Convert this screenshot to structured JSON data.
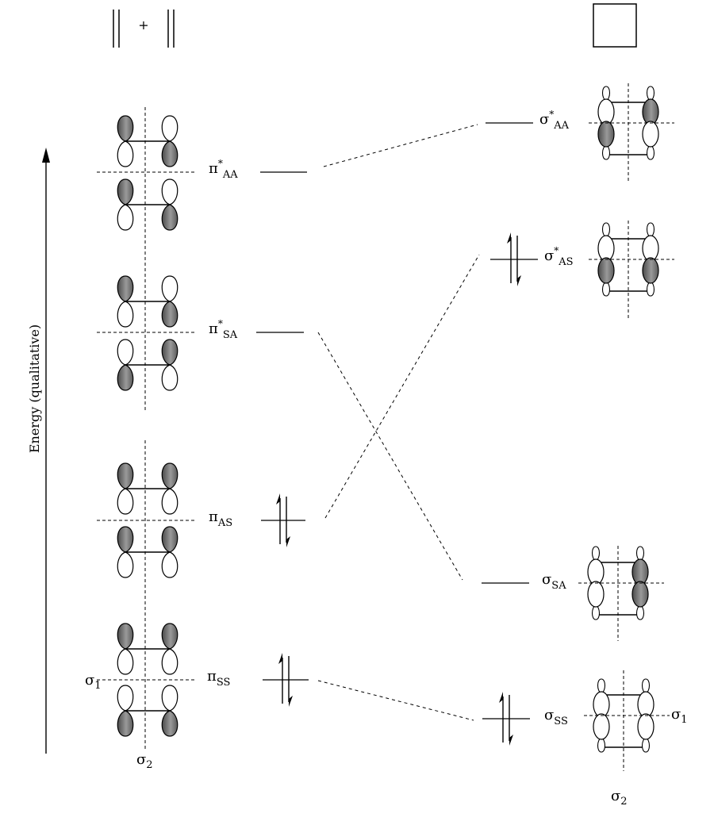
{
  "reactants": {
    "plus_sign": "+"
  },
  "energy_axis": {
    "label": "Energy (qualitative)"
  },
  "symmetry_labels": {
    "left_sigma1": "σ",
    "left_sigma1_sub": "1",
    "left_sigma2": "σ",
    "left_sigma2_sub": "2",
    "right_sigma1": "σ",
    "right_sigma1_sub": "1",
    "right_sigma2": "σ",
    "right_sigma2_sub": "2"
  },
  "levels_left": [
    {
      "id": "pi_star_AA",
      "greek": "π",
      "sup": "*",
      "sub": "AA",
      "electrons": 0
    },
    {
      "id": "pi_star_SA",
      "greek": "π",
      "sup": "*",
      "sub": "SA",
      "electrons": 0
    },
    {
      "id": "pi_AS",
      "greek": "π",
      "sup": "",
      "sub": "AS",
      "electrons": 2
    },
    {
      "id": "pi_SS",
      "greek": "π",
      "sup": "",
      "sub": "SS",
      "electrons": 2
    }
  ],
  "levels_right": [
    {
      "id": "sigma_star_AA",
      "greek": "σ",
      "sup": "*",
      "sub": "AA",
      "electrons": 0
    },
    {
      "id": "sigma_star_AS",
      "greek": "σ",
      "sup": "*",
      "sub": "AS",
      "electrons": 2
    },
    {
      "id": "sigma_SA",
      "greek": "σ",
      "sup": "",
      "sub": "SA",
      "electrons": 0
    },
    {
      "id": "sigma_SS",
      "greek": "σ",
      "sup": "",
      "sub": "SS",
      "electrons": 2
    }
  ],
  "correlations": [
    {
      "from": "pi_star_AA",
      "to": "sigma_star_AA"
    },
    {
      "from": "pi_star_SA",
      "to": "sigma_SA"
    },
    {
      "from": "pi_AS",
      "to": "sigma_star_AS"
    },
    {
      "from": "pi_SS",
      "to": "sigma_SS"
    }
  ],
  "colors": {
    "ink": "#000000",
    "shaded_lobe": "#6e6e6e",
    "background": "#ffffff"
  }
}
